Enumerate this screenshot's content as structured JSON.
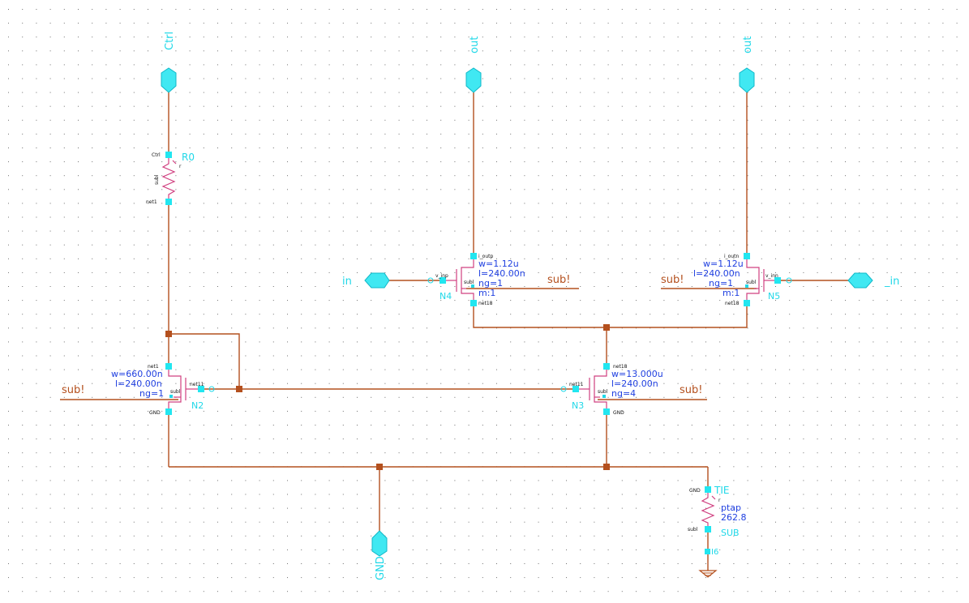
{
  "ports": {
    "ctrl": "Ctrl",
    "out_p": "out",
    "out_n": "out",
    "in_p": "in",
    "in_n": "_in",
    "gnd": "GND"
  },
  "r0": {
    "name": "R0",
    "pin_top": "Ctrl",
    "pin_bot": "net1",
    "pin_side": "subl",
    "param": "r"
  },
  "n4": {
    "name": "N4",
    "w": "w=1.12u",
    "l": "l=240.00n",
    "ng": "ng=1",
    "m": "m:1",
    "drain": "i_outp",
    "gate": "v_inp",
    "source": "net18",
    "bulk": "subl",
    "sub_label": "sub!"
  },
  "n5": {
    "name": "N5",
    "w": "w=1.12u",
    "l": "l=240.00n",
    "ng": "ng=1",
    "m": "m:1",
    "drain": "i_outn",
    "gate": "v_inn",
    "source": "net18",
    "bulk": "subl",
    "sub_label": "sub!"
  },
  "n2": {
    "name": "N2",
    "w": "w=660.00n",
    "l": "l=240.00n",
    "ng": "ng=1",
    "drain": "net1",
    "gate": "net11",
    "source": "GND",
    "bulk": "subl",
    "sub_label": "sub!"
  },
  "n3": {
    "name": "N3",
    "w": "w=13.000u",
    "l": "l=240.00n",
    "ng": "ng=4",
    "drain": "net18",
    "gate": "net11",
    "source": "GND",
    "bulk": "subl",
    "sub_label": "sub!"
  },
  "tie": {
    "name": "TIE",
    "sub_name": "SUB",
    "pin_top": "GND",
    "pin_bot": "subl",
    "model": "ptap",
    "value": "262.8",
    "ref": "I6",
    "param": "r"
  },
  "colors": {
    "wire": "#b4501e",
    "pin": "#22e6f0",
    "device": "#d04080",
    "param_text": "#2040e0"
  }
}
